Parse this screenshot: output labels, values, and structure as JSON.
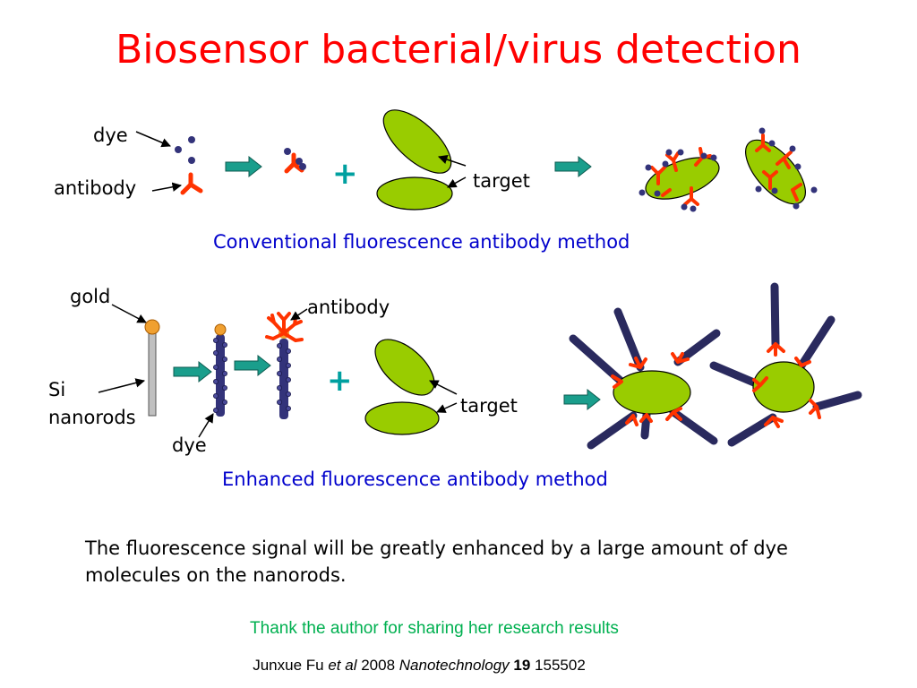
{
  "slide": {
    "title": "Biosensor bacterial/virus detection"
  },
  "conventional": {
    "label_dye": "dye",
    "label_antibody": "antibody",
    "label_target": "target",
    "caption": "Conventional fluorescence antibody method"
  },
  "enhanced": {
    "label_gold": "gold",
    "label_si": "Si",
    "label_nanorods": "nanorods",
    "label_dye": "dye",
    "label_antibody": "antibody",
    "label_target": "target",
    "caption": "Enhanced fluorescence antibody method"
  },
  "plus_sign": "+",
  "note": "The fluorescence signal will be greatly enhanced by a large amount of dye molecules on the nanorods.",
  "thanks": "Thank the author for sharing her research results",
  "citation": {
    "authors": "Junxue Fu",
    "et_al": "et al",
    "year": "2008",
    "journal": "Nanotechnology",
    "volume": "19",
    "article": "155502"
  },
  "colors": {
    "title": "#ff0000",
    "caption": "#0000cc",
    "thanks": "#00b050",
    "target_fill": "#99cc00",
    "antibody": "#ff3300",
    "dye": "#33337a",
    "arrow_fill": "#1a9e8c",
    "gold": "#f0a030",
    "rod": "#c0c0c0",
    "plus": "#00a0a0"
  }
}
